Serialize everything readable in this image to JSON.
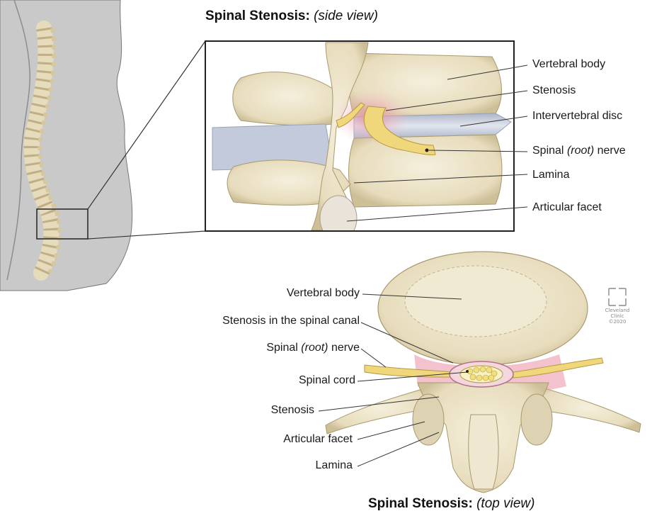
{
  "side_view": {
    "title_bold": "Spinal Stenosis:",
    "title_italic": "(side view)",
    "labels": {
      "vertebral_body": "Vertebral body",
      "stenosis": "Stenosis",
      "intervertebral_disc": "Intervertebral disc",
      "spinal_nerve_pre": "Spinal",
      "spinal_nerve_italic": "(root)",
      "spinal_nerve_post": "nerve",
      "lamina": "Lamina",
      "articular_facet": "Articular facet"
    }
  },
  "top_view": {
    "title_bold": "Spinal Stenosis:",
    "title_italic": "(top view)",
    "labels": {
      "vertebral_body": "Vertebral body",
      "stenosis_canal": "Stenosis in the spinal canal",
      "spinal_nerve_pre": "Spinal",
      "spinal_nerve_italic": "(root)",
      "spinal_nerve_post": "nerve",
      "spinal_cord": "Spinal cord",
      "stenosis": "Stenosis",
      "articular_facet": "Articular facet",
      "lamina": "Lamina"
    }
  },
  "watermark": {
    "line1": "Cleveland",
    "line2": "Clinic",
    "line3": "©2020"
  },
  "colors": {
    "bone": "#ece3c9",
    "bone_shade": "#cfc3a0",
    "disc": "#c9cfdc",
    "stenosis": "#e9a0b0",
    "nerve": "#f1d77c",
    "silhouette": "#c9c9c9",
    "outline": "#333333"
  }
}
